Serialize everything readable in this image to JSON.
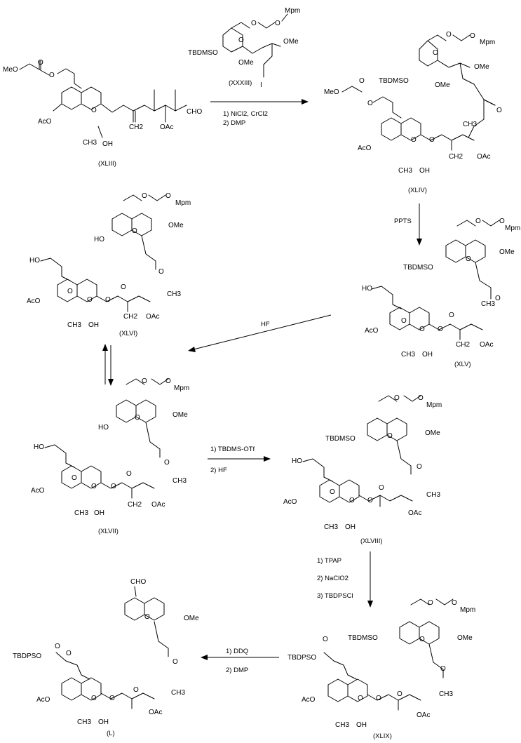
{
  "compounds": [
    {
      "id": "XLIII",
      "label": "(XLIII)",
      "ring_letter": "O",
      "atoms": [
        "MeO",
        "O",
        "O",
        "AcO",
        "CH3",
        "OH",
        "CH2",
        "OAc",
        "CHO"
      ]
    },
    {
      "id": "XXXIII",
      "label": "(XXXIII)",
      "atoms": [
        "O",
        "O",
        "Mpm",
        "TBDMSO",
        "O",
        "OMe",
        "OMe",
        "I"
      ]
    },
    {
      "id": "XLIV",
      "label": "(XLIV)",
      "atoms": [
        "O",
        "O",
        "Mpm",
        "TBDMSO",
        "O",
        "OMe",
        "OMe",
        "O",
        "MeO",
        "O",
        "O",
        "O",
        "AcO",
        "O",
        "CH2",
        "OAc",
        "CH3",
        "CH3",
        "OH"
      ]
    },
    {
      "id": "XLV",
      "label": "(XLV)",
      "atoms": [
        "O",
        "O",
        "Mpm",
        "TBDMSO",
        "O",
        "OMe",
        "O",
        "HO",
        "O",
        "O",
        "O",
        "AcO",
        "O",
        "CH2",
        "OAc",
        "CH3",
        "CH3",
        "OH"
      ]
    },
    {
      "id": "XLVI",
      "label": "(XLVI)",
      "atoms": [
        "O",
        "O",
        "Mpm",
        "HO",
        "O",
        "OMe",
        "O",
        "HO",
        "O",
        "O",
        "O",
        "AcO",
        "O",
        "CH2",
        "OAc",
        "CH3",
        "CH3",
        "OH"
      ]
    },
    {
      "id": "XLVII",
      "label": "(XLVII)",
      "atoms": [
        "O",
        "O",
        "Mpm",
        "HO",
        "O",
        "OMe",
        "O",
        "HO",
        "O",
        "O",
        "O",
        "AcO",
        "O",
        "CH2",
        "OAc",
        "CH3",
        "CH3",
        "OH"
      ]
    },
    {
      "id": "XLVIII",
      "label": "(XLVIII)",
      "atoms": [
        "O",
        "O",
        "Mpm",
        "TBDMSO",
        "O",
        "OMe",
        "O",
        "HO",
        "O",
        "O",
        "O",
        "AcO",
        "O",
        "OAc",
        "CH3",
        "CH3",
        "OH"
      ]
    },
    {
      "id": "XLIX",
      "label": "(XLIX)",
      "atoms": [
        "O",
        "O",
        "Mpm",
        "TBDMSO",
        "O",
        "OMe",
        "O",
        "O",
        "TBDPSO",
        "O",
        "O",
        "AcO",
        "O",
        "OAc",
        "CH3",
        "CH3",
        "OH"
      ]
    },
    {
      "id": "L",
      "label": "(L)",
      "atoms": [
        "CHO",
        "O",
        "OMe",
        "O",
        "O",
        "O",
        "TBDPSO",
        "O",
        "O",
        "AcO",
        "O",
        "OAc",
        "CH3",
        "CH3",
        "OH"
      ]
    }
  ],
  "conditions": {
    "step1": [
      "(XXXIII)",
      "1) NiCl2, CrCl2",
      "2) DMP"
    ],
    "step2": [
      "PPTS"
    ],
    "step3": [
      "HF"
    ],
    "step4": [
      "1) TBDMS-OTf",
      "2) HF"
    ],
    "step5": [
      "1) TPAP",
      "2) NaClO2",
      "3) TBDPSCl"
    ],
    "step6": [
      "1) DDQ",
      "2) DMP"
    ]
  }
}
